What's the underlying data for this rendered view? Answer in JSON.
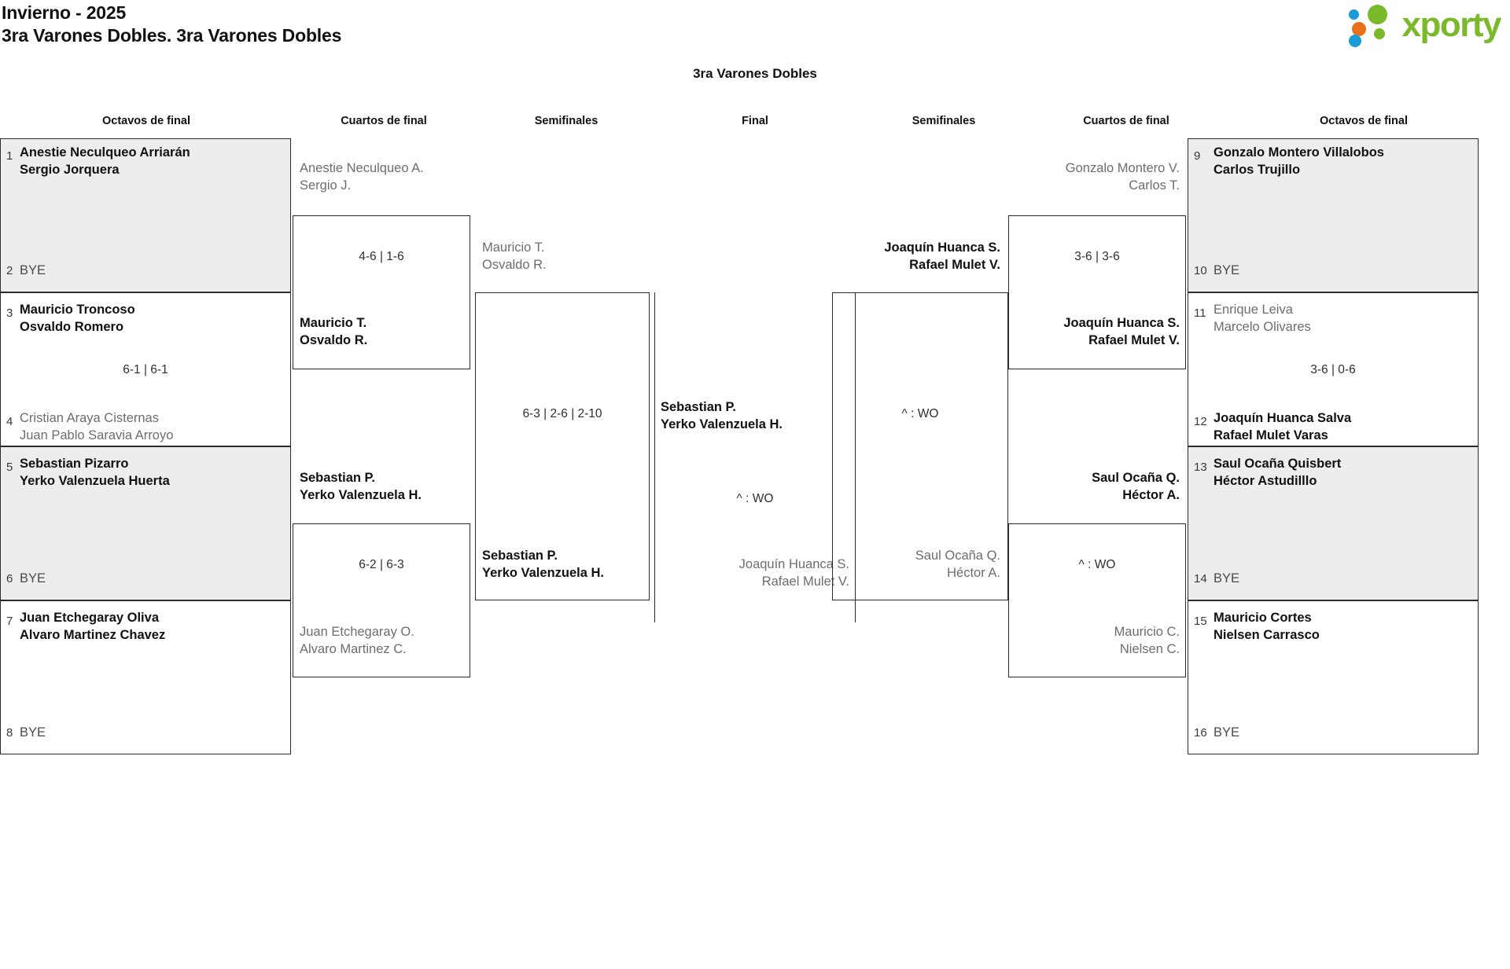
{
  "header": {
    "season": "Invierno - 2025",
    "category": "3ra Varones Dobles. 3ra Varones Dobles",
    "logo_word": "xporty",
    "logo_colors": {
      "green": "#7ab929",
      "orange": "#e8701a",
      "blue": "#1b9ad6"
    }
  },
  "bracket_title": "3ra Varones Dobles",
  "round_headers": {
    "l_octavos": "Octavos de final",
    "l_cuartos": "Cuartos de final",
    "l_semis": "Semifinales",
    "final": "Final",
    "r_semis": "Semifinales",
    "r_cuartos": "Cuartos de final",
    "r_octavos": "Octavos de final"
  },
  "left": {
    "octavos": [
      {
        "shaded": true,
        "top_no": "1",
        "top_l1": "Anestie Neculqueo Arriarán",
        "top_l2": "Sergio Jorquera",
        "top_state": "win",
        "bot_no": "2",
        "bot_l1": "BYE",
        "bot_l2": "",
        "bot_state": "bye",
        "score": ""
      },
      {
        "shaded": false,
        "top_no": "3",
        "top_l1": "Mauricio Troncoso",
        "top_l2": "Osvaldo Romero",
        "top_state": "win",
        "bot_no": "4",
        "bot_l1": "Cristian Araya Cisternas",
        "bot_l2": "Juan Pablo Saravia Arroyo",
        "bot_state": "lose",
        "score": "6-1 | 6-1"
      },
      {
        "shaded": true,
        "top_no": "5",
        "top_l1": "Sebastian Pizarro",
        "top_l2": "Yerko Valenzuela Huerta",
        "top_state": "win",
        "bot_no": "6",
        "bot_l1": "BYE",
        "bot_l2": "",
        "bot_state": "bye",
        "score": ""
      },
      {
        "shaded": false,
        "top_no": "7",
        "top_l1": "Juan Etchegaray Oliva",
        "top_l2": "Alvaro Martinez Chavez",
        "top_state": "win",
        "bot_no": "8",
        "bot_l1": "BYE",
        "bot_l2": "",
        "bot_state": "bye",
        "score": ""
      }
    ],
    "cuartos": [
      {
        "top_l1": "Anestie Neculqueo A.",
        "top_l2": "Sergio J.",
        "top_state": "lose",
        "bot_l1": "Mauricio T.",
        "bot_l2": "Osvaldo R.",
        "bot_state": "win",
        "score": "4-6 | 1-6"
      },
      {
        "top_l1": "Sebastian P.",
        "top_l2": "Yerko Valenzuela H.",
        "top_state": "win",
        "bot_l1": "Juan Etchegaray O.",
        "bot_l2": "Alvaro Martinez C.",
        "bot_state": "lose",
        "score": "6-2 | 6-3"
      }
    ],
    "semis": [
      {
        "top_l1": "Mauricio T.",
        "top_l2": "Osvaldo R.",
        "top_state": "lose",
        "bot_l1": "Sebastian P.",
        "bot_l2": "Yerko Valenzuela H.",
        "bot_state": "win",
        "score": "6-3 | 2-6 | 2-10"
      }
    ]
  },
  "final": {
    "top_l1": "Sebastian P.",
    "top_l2": "Yerko Valenzuela H.",
    "top_state": "win",
    "bot_l1": "Joaquín Huanca S.",
    "bot_l2": "Rafael Mulet V.",
    "bot_state": "lose",
    "score": "^ : WO"
  },
  "right": {
    "semis": [
      {
        "top_l1": "Joaquín Huanca S.",
        "top_l2": "Rafael Mulet V.",
        "top_state": "win",
        "bot_l1": "Saul Ocaña Q.",
        "bot_l2": "Héctor A.",
        "bot_state": "lose",
        "score": "^ : WO"
      }
    ],
    "cuartos": [
      {
        "top_l1": "Gonzalo Montero V.",
        "top_l2": "Carlos T.",
        "top_state": "lose",
        "bot_l1": "Joaquín Huanca S.",
        "bot_l2": "Rafael Mulet V.",
        "bot_state": "win",
        "score": "3-6 | 3-6"
      },
      {
        "top_l1": "Saul Ocaña Q.",
        "top_l2": "Héctor A.",
        "top_state": "win",
        "bot_l1": "Mauricio C.",
        "bot_l2": "Nielsen C.",
        "bot_state": "lose",
        "score": "^ : WO"
      }
    ],
    "octavos": [
      {
        "shaded": true,
        "top_no": "9",
        "top_l1": "Gonzalo Montero Villalobos",
        "top_l2": "Carlos Trujillo",
        "top_state": "win",
        "bot_no": "10",
        "bot_l1": "BYE",
        "bot_l2": "",
        "bot_state": "bye",
        "score": ""
      },
      {
        "shaded": false,
        "top_no": "11",
        "top_l1": "Enrique Leiva",
        "top_l2": "Marcelo Olivares",
        "top_state": "lose",
        "bot_no": "12",
        "bot_l1": "Joaquín Huanca Salva",
        "bot_l2": "Rafael Mulet Varas",
        "bot_state": "win",
        "score": "3-6 | 0-6"
      },
      {
        "shaded": true,
        "top_no": "13",
        "top_l1": "Saul Ocaña Quisbert",
        "top_l2": "Héctor Astudilllo",
        "top_state": "win",
        "bot_no": "14",
        "bot_l1": "BYE",
        "bot_l2": "",
        "bot_state": "bye",
        "score": ""
      },
      {
        "shaded": false,
        "top_no": "15",
        "top_l1": "Mauricio Cortes",
        "top_l2": "Nielsen Carrasco",
        "top_state": "win",
        "bot_no": "16",
        "bot_l1": "BYE",
        "bot_l2": "",
        "bot_state": "bye",
        "score": ""
      }
    ]
  }
}
